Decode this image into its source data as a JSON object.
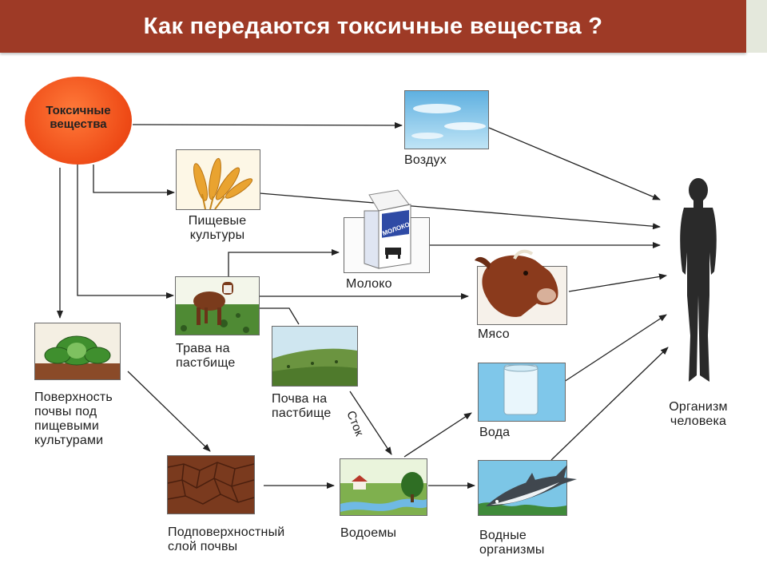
{
  "title": "Как передаются токсичные вещества ?",
  "nodes": {
    "toxic": "Токсичные\nвещества",
    "air": "Воздух",
    "crops": "Пищевые\nкультуры",
    "milk": "Молоко",
    "grass": "Трава на\nпастбище",
    "meat": "Мясо",
    "soil_surface": "Поверхность\nпочвы под\nпищевыми\nкультурами",
    "pasture_soil": "Почва на\nпастбище",
    "water": "Вода",
    "human": "Организм\nчеловека",
    "subsoil": "Подповерхностный\nслой почвы",
    "water_bodies": "Водоемы",
    "aquatic": "Водные\nорганизмы"
  },
  "milk_carton_text": "МОЛОКО",
  "runoff_label": "Сток",
  "colors": {
    "header": "#9e3a26",
    "toxic": "#ee4a16"
  }
}
